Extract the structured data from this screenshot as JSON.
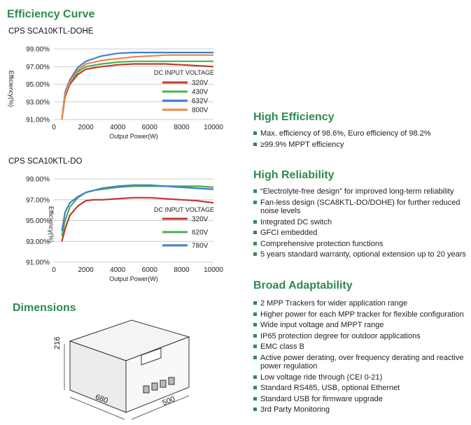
{
  "efficiency_heading": "Efficiency Curve",
  "dimensions_heading": "Dimensions",
  "charts": [
    {
      "model": "CPS SCA10KTL-DOHE",
      "y_ticks": [
        "99.00%",
        "97.00%",
        "95.00%",
        "93.00%",
        "91.00%"
      ],
      "x_ticks": [
        "0",
        "2000",
        "4000",
        "6000",
        "8000",
        "10000"
      ],
      "xlabel": "Output Power(W)",
      "ylabel": "Efficiency(%)",
      "legend_title": "DC INPUT VOLTAGE",
      "legend": [
        "320V",
        "430V",
        "632V",
        "800V"
      ]
    },
    {
      "model": "CPS SCA10KTL-DO",
      "y_ticks": [
        "99.00%",
        "97.00%",
        "95.00%",
        "93.00%",
        "91.00%"
      ],
      "x_ticks": [
        "0",
        "2000",
        "4000",
        "6000",
        "8000",
        "10000"
      ],
      "xlabel": "Output Power(W)",
      "ylabel": "Efficiency(%)",
      "legend_title": "DC INPUT VOLTAGE",
      "legend": [
        "320V",
        "620V",
        "780V"
      ]
    }
  ],
  "chart_data": [
    {
      "type": "line",
      "title": "CPS SCA10KTL-DOHE",
      "xlabel": "Output Power(W)",
      "ylabel": "Efficiency(%)",
      "xlim": [
        0,
        10000
      ],
      "ylim": [
        91,
        99
      ],
      "grid": true,
      "legend_position": "right",
      "series": [
        {
          "name": "320V",
          "color": "#c0392b",
          "x": [
            500,
            700,
            1000,
            1500,
            2000,
            3000,
            4000,
            5000,
            6000,
            7000,
            8000,
            9000,
            10000
          ],
          "y": [
            91.0,
            93.6,
            95.0,
            96.1,
            96.7,
            97.0,
            97.2,
            97.3,
            97.3,
            97.3,
            97.2,
            97.1,
            97.0
          ]
        },
        {
          "name": "430V",
          "color": "#4caf50",
          "x": [
            500,
            700,
            1000,
            1500,
            2000,
            3000,
            4000,
            5000,
            6000,
            7000,
            8000,
            9000,
            10000
          ],
          "y": [
            91.0,
            93.8,
            95.2,
            96.4,
            97.0,
            97.3,
            97.5,
            97.6,
            97.6,
            97.6,
            97.6,
            97.6,
            97.6
          ]
        },
        {
          "name": "632V",
          "color": "#3f7fd0",
          "x": [
            500,
            700,
            1000,
            1500,
            2000,
            3000,
            4000,
            5000,
            6000,
            7000,
            8000,
            9000,
            10000
          ],
          "y": [
            91.0,
            94.1,
            95.5,
            96.9,
            97.6,
            98.2,
            98.5,
            98.6,
            98.6,
            98.6,
            98.6,
            98.6,
            98.6
          ]
        },
        {
          "name": "800V",
          "color": "#e8894a",
          "x": [
            500,
            700,
            1000,
            1500,
            2000,
            3000,
            4000,
            5000,
            6000,
            7000,
            8000,
            9000,
            10000
          ],
          "y": [
            91.0,
            93.9,
            95.3,
            96.6,
            97.3,
            97.7,
            97.9,
            98.1,
            98.2,
            98.3,
            98.3,
            98.3,
            98.3
          ]
        }
      ]
    },
    {
      "type": "line",
      "title": "CPS SCA10KTL-DO",
      "xlabel": "Output Power(W)",
      "ylabel": "Efficiency(%)",
      "xlim": [
        0,
        10000
      ],
      "ylim": [
        91,
        99
      ],
      "grid": true,
      "legend_position": "right",
      "series": [
        {
          "name": "320V",
          "color": "#c0392b",
          "x": [
            500,
            700,
            1000,
            1500,
            2000,
            2500,
            3000,
            4000,
            5000,
            6000,
            7000,
            8000,
            9000,
            10000
          ],
          "y": [
            93.0,
            94.2,
            95.5,
            96.4,
            96.9,
            97.0,
            97.0,
            97.1,
            97.2,
            97.2,
            97.1,
            97.0,
            96.9,
            96.7
          ]
        },
        {
          "name": "620V",
          "color": "#4caf50",
          "x": [
            500,
            700,
            1000,
            1500,
            2000,
            2500,
            3000,
            4000,
            5000,
            6000,
            7000,
            8000,
            9000,
            10000
          ],
          "y": [
            93.5,
            95.0,
            96.3,
            97.2,
            97.7,
            97.9,
            98.0,
            98.2,
            98.3,
            98.3,
            98.3,
            98.3,
            98.3,
            98.2
          ]
        },
        {
          "name": "780V",
          "color": "#3f7fd0",
          "x": [
            500,
            700,
            1000,
            1500,
            2000,
            2500,
            3000,
            4000,
            5000,
            6000,
            7000,
            8000,
            9000,
            10000
          ],
          "y": [
            94.0,
            95.8,
            96.7,
            97.3,
            97.7,
            97.9,
            98.1,
            98.3,
            98.4,
            98.4,
            98.3,
            98.2,
            98.1,
            98.0
          ]
        }
      ]
    }
  ],
  "sections": [
    {
      "heading": "High Efficiency",
      "items": [
        "Max. efficiency of 98.6%, Euro efficiency of 98.2%",
        "≥99.9% MPPT efficiency"
      ]
    },
    {
      "heading": "High Reliability",
      "items": [
        "“Electrolyte-free design” for improved long-term reliability",
        "Fan-less design (SCA8KTL-DO/DOHE) for further reduced noise levels",
        "Integrated DC switch",
        "GFCI embedded",
        "Comprehensive protection functions",
        "5 years standard warranty, optional extension up to 20 years"
      ]
    },
    {
      "heading": "Broad Adaptability",
      "items": [
        "2 MPP Trackers for wider application range",
        "Higher power for each MPP tracker for flexible configuration",
        "Wide input voltage and MPPT range",
        "IP65 protection degree for outdoor applications",
        "EMC class B",
        "Active power derating, over frequency derating and reactive power regulation",
        "Low voltage ride through (CEI 0-21)",
        "Standard RS485, USB, optional Ethernet",
        "Standard USB for firmware upgrade",
        "3rd Party Monitoring"
      ]
    }
  ],
  "dimensions": {
    "height": "216",
    "width": "680",
    "depth": "500"
  }
}
